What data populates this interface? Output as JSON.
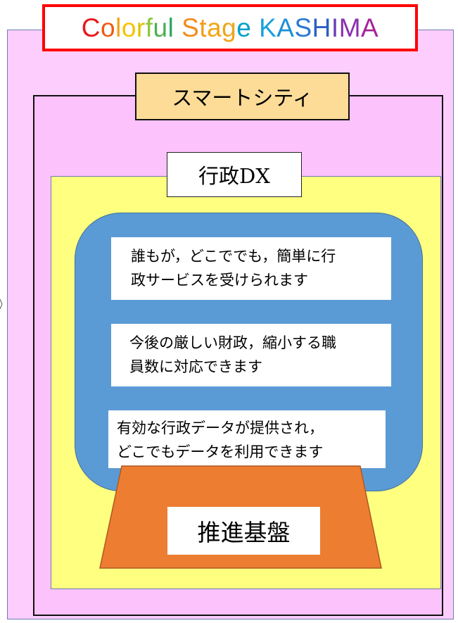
{
  "title": {
    "segments": [
      {
        "text": "C",
        "color": "#e8191c"
      },
      {
        "text": "o",
        "color": "#ef5a12"
      },
      {
        "text": "l",
        "color": "#f2a413"
      },
      {
        "text": "o",
        "color": "#f6c300"
      },
      {
        "text": "r",
        "color": "#d9c400"
      },
      {
        "text": "f",
        "color": "#8cc63e"
      },
      {
        "text": "u",
        "color": "#4caf50"
      },
      {
        "text": "l",
        "color": "#2aa75f"
      },
      {
        "text": " ",
        "color": "#000000"
      },
      {
        "text": "S",
        "color": "#f28c1a"
      },
      {
        "text": "t",
        "color": "#f39a1a"
      },
      {
        "text": "a",
        "color": "#f2a413"
      },
      {
        "text": "g",
        "color": "#efa51a"
      },
      {
        "text": "e",
        "color": "#00a0c8"
      },
      {
        "text": " ",
        "color": "#000000"
      },
      {
        "text": "K",
        "color": "#1aa0dc"
      },
      {
        "text": "A",
        "color": "#1c8fd8"
      },
      {
        "text": "S",
        "color": "#2a7ad2"
      },
      {
        "text": "H",
        "color": "#2b5fc5"
      },
      {
        "text": "I",
        "color": "#6a3fb8"
      },
      {
        "text": "M",
        "color": "#8a2fb0"
      },
      {
        "text": "A",
        "color": "#a5239c"
      }
    ]
  },
  "smart_city": {
    "label": "スマートシティ"
  },
  "admin_dx": {
    "label": "行政DX"
  },
  "benefits": [
    {
      "lines": [
        "誰もが，どこででも，簡単に行",
        "政サービスを受けられます"
      ]
    },
    {
      "lines": [
        "今後の厳しい財政，縮小する職",
        "員数に対応できます"
      ]
    },
    {
      "lines": [
        "有効な行政データが提供され，",
        "どこでもデータを利用できます"
      ]
    }
  ],
  "foundation": {
    "label": "推進基盤"
  },
  "colors": {
    "outer_bg": "#fdcdfd",
    "smart_bg": "#fcc2fc",
    "smart_label_bg": "#fcdc97",
    "dx_bg": "#ffff80",
    "blue_panel": "#5b9bd5",
    "foundation": "#ed7d31",
    "title_border": "#ff0000"
  }
}
